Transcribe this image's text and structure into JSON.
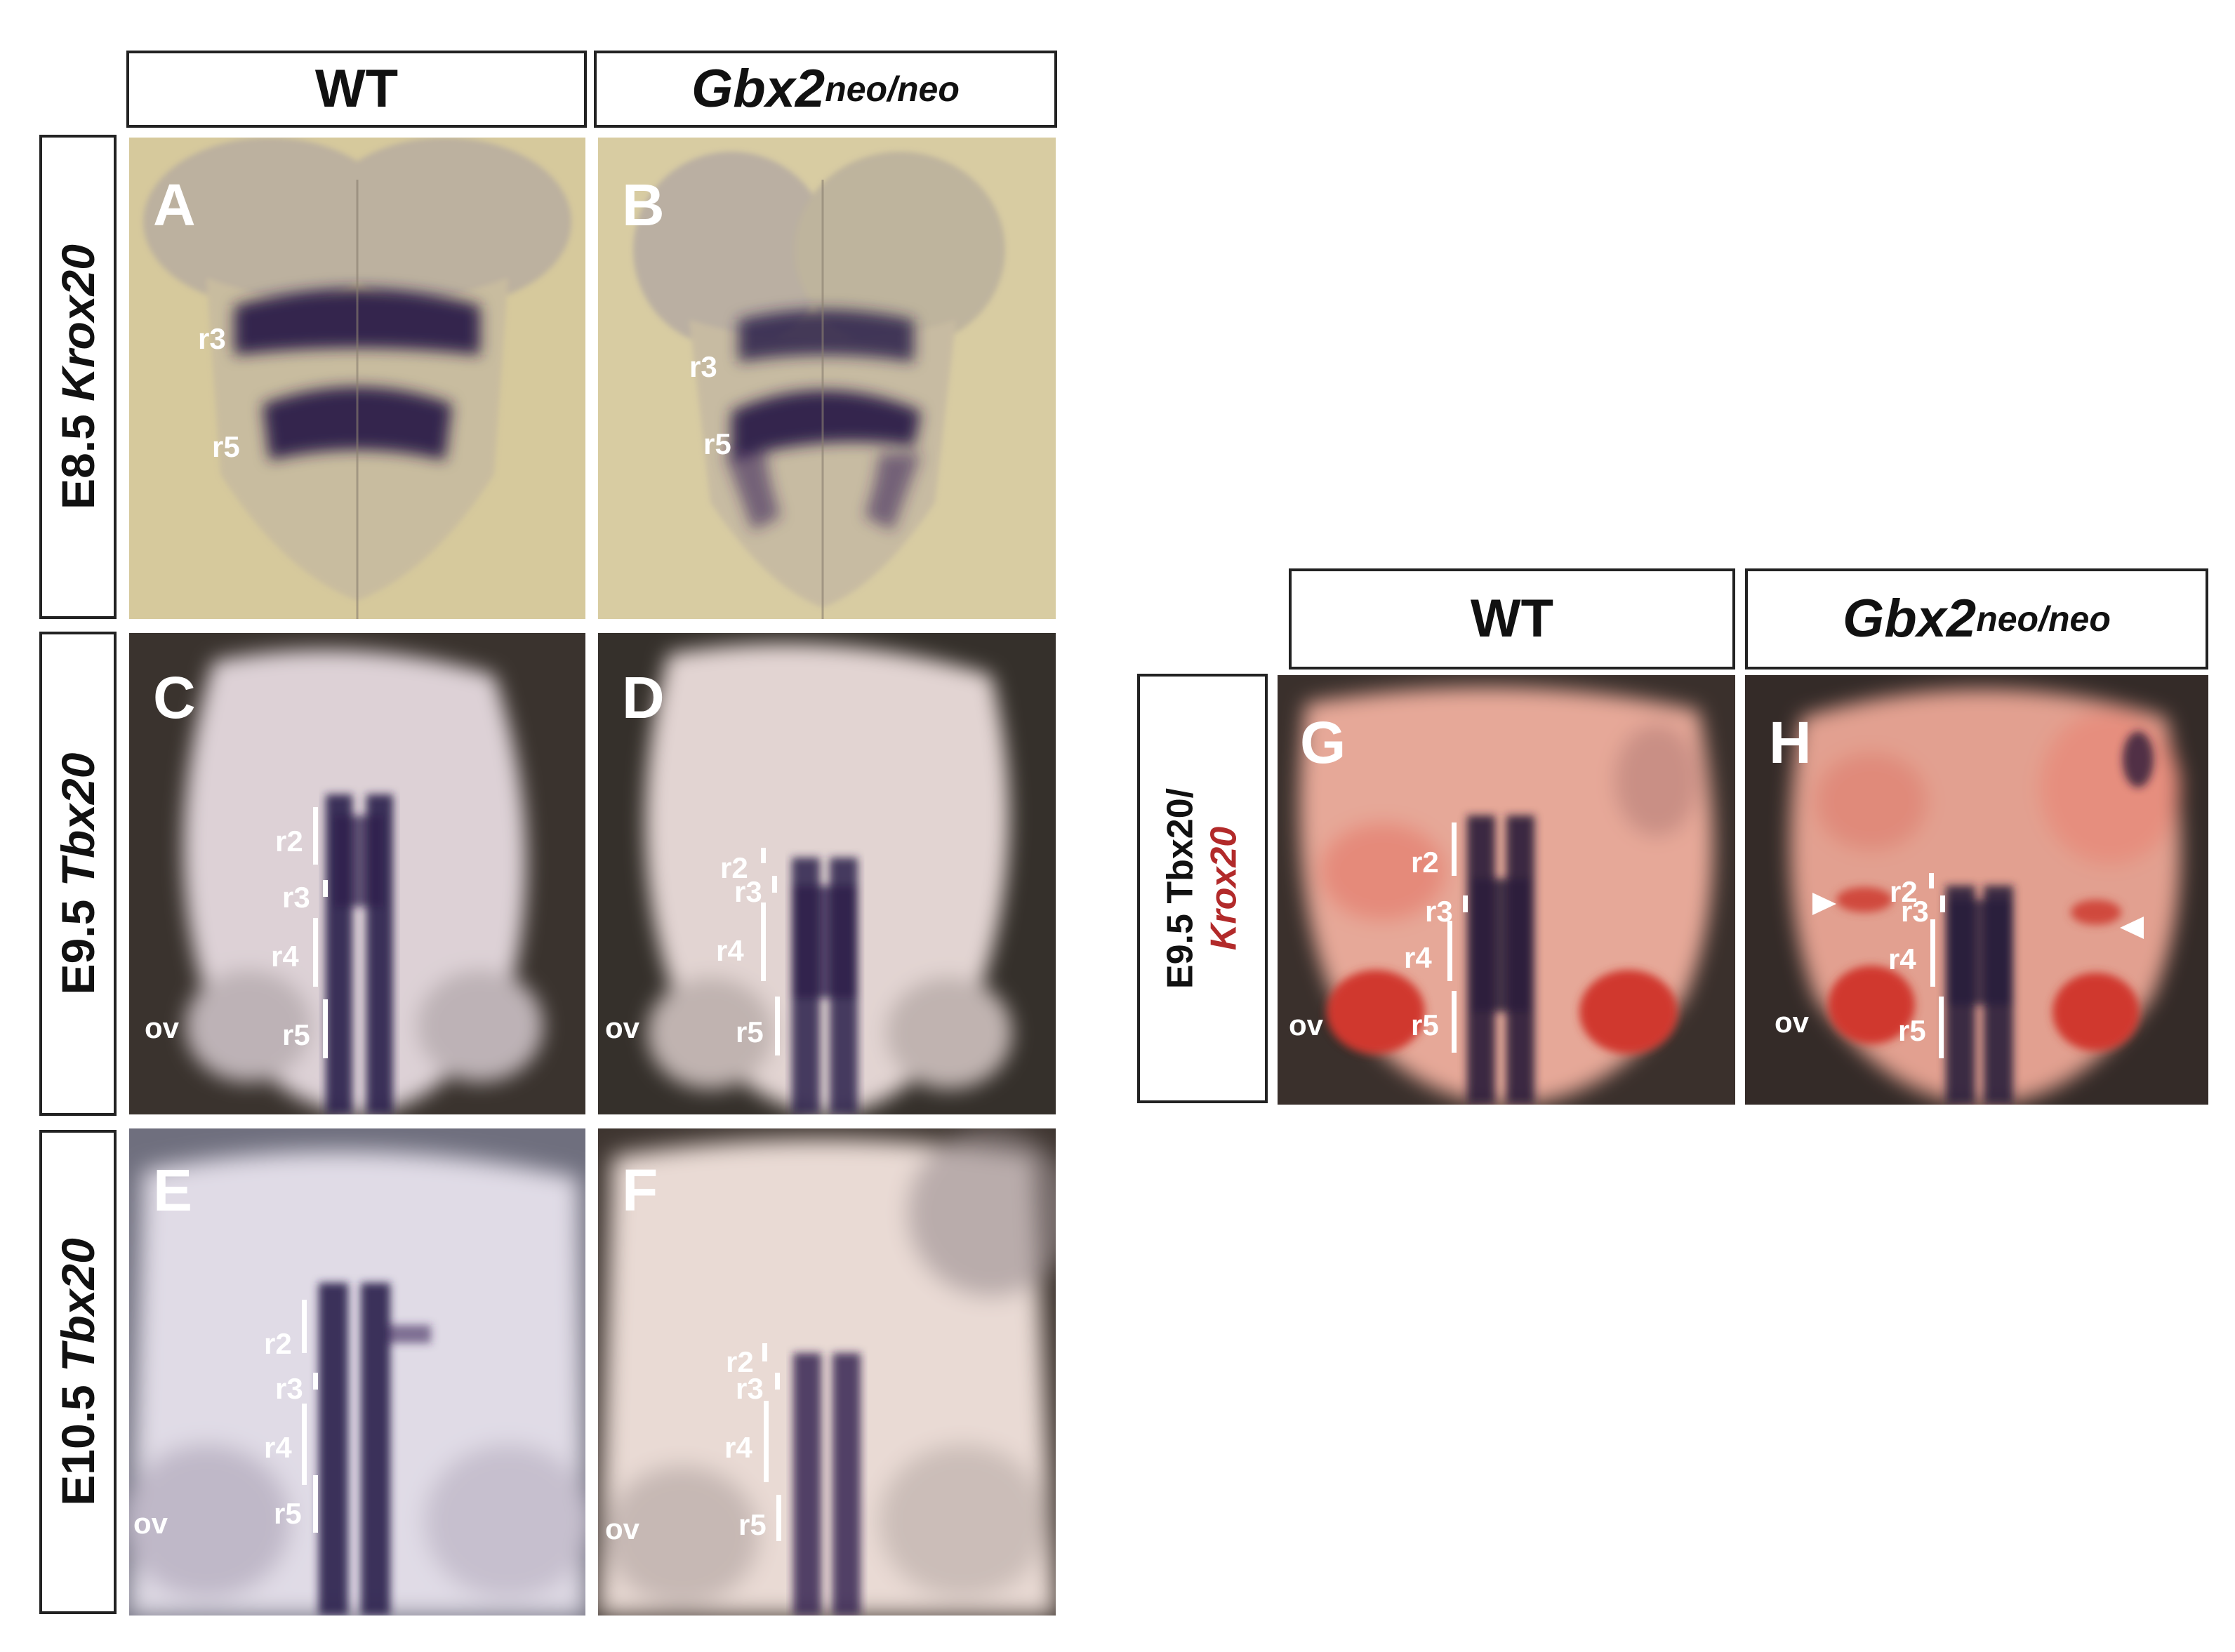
{
  "columns": {
    "wt": "WT",
    "mutant_base": "Gbx2",
    "mutant_sup": "neo/neo"
  },
  "rows": {
    "row1": {
      "stage": "E8.5",
      "gene": "Krox20"
    },
    "row2": {
      "stage": "E9.5",
      "gene": "Tbx20"
    },
    "row3": {
      "stage": "E10.5",
      "gene": "Tbx20"
    },
    "double": {
      "line1": "E9.5 Tbx20/",
      "line2": "Krox20"
    }
  },
  "panels": {
    "A": "A",
    "B": "B",
    "C": "C",
    "D": "D",
    "E": "E",
    "F": "F",
    "G": "G",
    "H": "H"
  },
  "labels": {
    "r2": "r2",
    "r3": "r3",
    "r4": "r4",
    "r5": "r5",
    "ov": "ov"
  },
  "colors": {
    "ish_stain": "#2a1d4a",
    "krox20_red": "#c73a30",
    "brightfield_bg": "#d6c99c",
    "darkfield_bg": "#3a332e"
  }
}
